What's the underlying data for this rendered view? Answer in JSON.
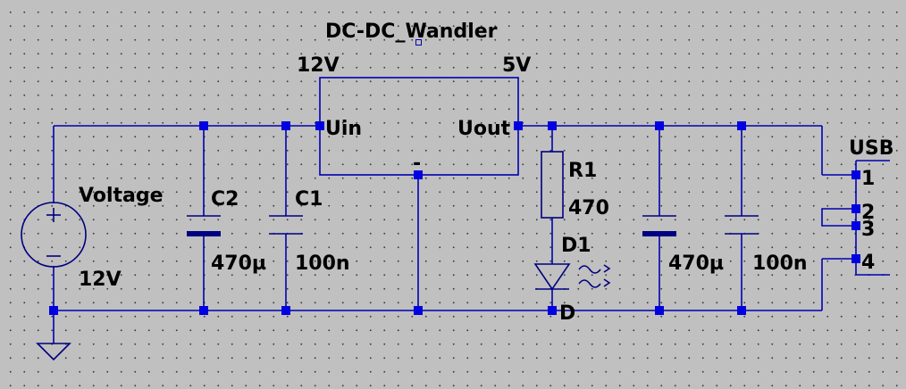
{
  "subcircuit": {
    "name": "DC-DC_Wandler",
    "in_voltage": "12V",
    "out_voltage": "5V",
    "pin_in": "Uin",
    "pin_out": "Uout",
    "pin_gnd": "-"
  },
  "source": {
    "name": "Voltage",
    "value": "12V"
  },
  "c2": {
    "name": "C2",
    "value": "470µ"
  },
  "c1": {
    "name": "C1",
    "value": "100n"
  },
  "r1": {
    "name": "R1",
    "value": "470"
  },
  "d1": {
    "name": "D1",
    "model": "D"
  },
  "c_out1": {
    "value": "470µ"
  },
  "c_out2": {
    "value": "100n"
  },
  "usb": {
    "name": "USB",
    "pins": [
      "1",
      "2",
      "3",
      "4"
    ]
  },
  "colors": {
    "background": "#c0c0c0",
    "wire": "#0000b0",
    "node": "#0000e0",
    "component": "#000080"
  }
}
